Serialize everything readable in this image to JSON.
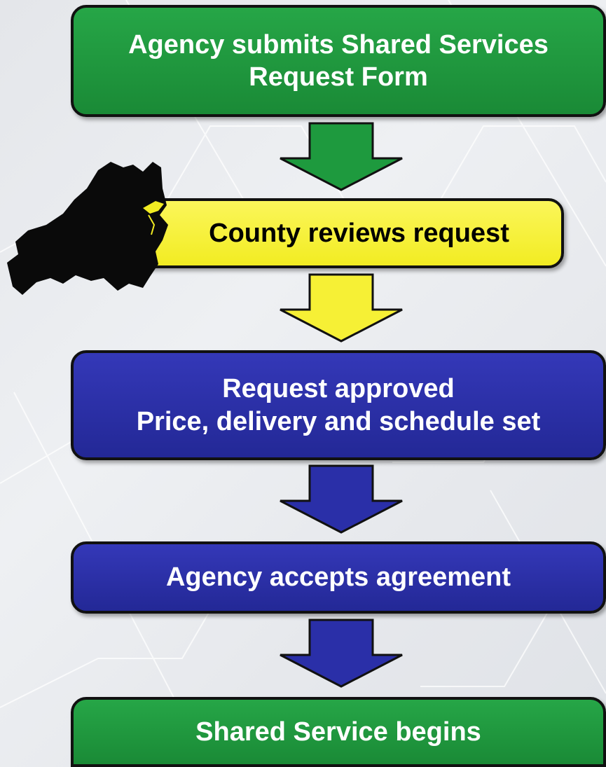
{
  "steps": [
    {
      "lines": [
        "Agency submits Shared Services",
        "Request Form"
      ],
      "color": "#1e9a3e"
    },
    {
      "lines": [
        "County reviews request"
      ],
      "color": "#f6f035"
    },
    {
      "lines": [
        "Request approved",
        "Price, delivery and schedule set"
      ],
      "color": "#2a2fa8"
    },
    {
      "lines": [
        "Agency accepts agreement"
      ],
      "color": "#2a2fa8"
    },
    {
      "lines": [
        "Shared Service begins"
      ],
      "color": "#1e9a3e"
    }
  ],
  "arrows": [
    {
      "color": "#1e9a3e"
    },
    {
      "color": "#f6f035"
    },
    {
      "color": "#2a2fa8"
    },
    {
      "color": "#2a2fa8"
    }
  ],
  "icons": [
    "county-map-icon",
    "down-arrow-icon"
  ]
}
